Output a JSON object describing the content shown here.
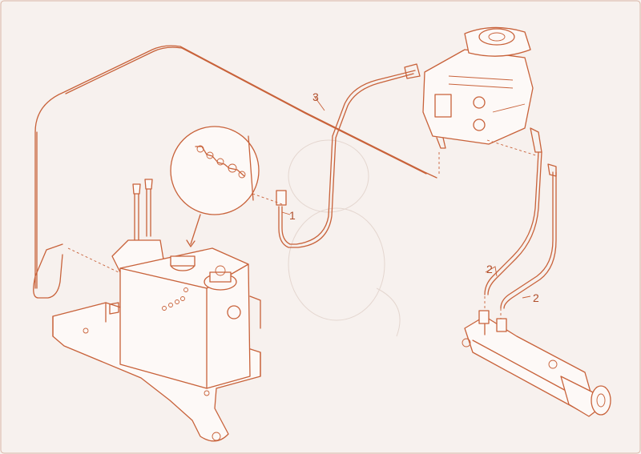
{
  "callouts": [
    {
      "id": "1",
      "text": "1"
    },
    {
      "id": "2a",
      "text": "2"
    },
    {
      "id": "2b",
      "text": "2"
    },
    {
      "id": "3",
      "text": "3"
    }
  ],
  "colors": {
    "line": "#c8623a",
    "background": "#f7f1ee",
    "label": "#b04e2a"
  }
}
